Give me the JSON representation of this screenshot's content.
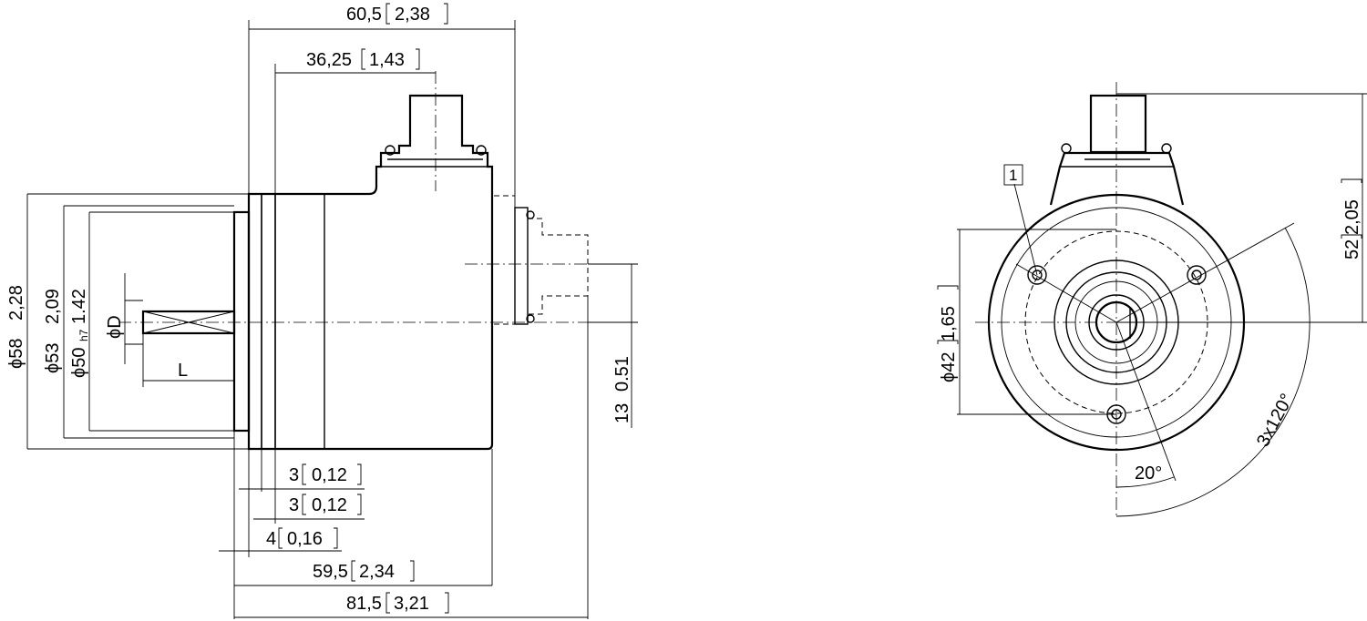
{
  "side_view": {
    "dim_overall_top": {
      "value": "60,5",
      "inch": "2,38"
    },
    "dim_connector": {
      "value": "36,25",
      "inch": "1,43"
    },
    "dim_dia58": {
      "prefix": "ϕ58",
      "inch": "2,28"
    },
    "dim_dia53": {
      "prefix": "ϕ53",
      "inch": "2,09"
    },
    "dim_dia50": {
      "prefix": "ϕ50",
      "sub": "h7",
      "inch": "1.42"
    },
    "dim_shaft_dia": "ϕD",
    "dim_shaft_len": "L",
    "dim_offset13": {
      "value": "13",
      "inch": "0.51"
    },
    "dim_flange1": {
      "value": "3",
      "inch": "0,12"
    },
    "dim_flange2": {
      "value": "3",
      "inch": "0,12"
    },
    "dim_flange3": {
      "value": "4",
      "inch": "0,16"
    },
    "dim_body": {
      "value": "59,5",
      "inch": "2,34"
    },
    "dim_total": {
      "value": "81,5",
      "inch": "3,21"
    }
  },
  "front_view": {
    "callout": "1",
    "dim_dia42": {
      "prefix": "ϕ42",
      "inch": "1,65"
    },
    "dim_height52": {
      "value": "52",
      "inch": "2,05"
    },
    "angle_20": "20°",
    "angle_3x120": "3x120°"
  }
}
